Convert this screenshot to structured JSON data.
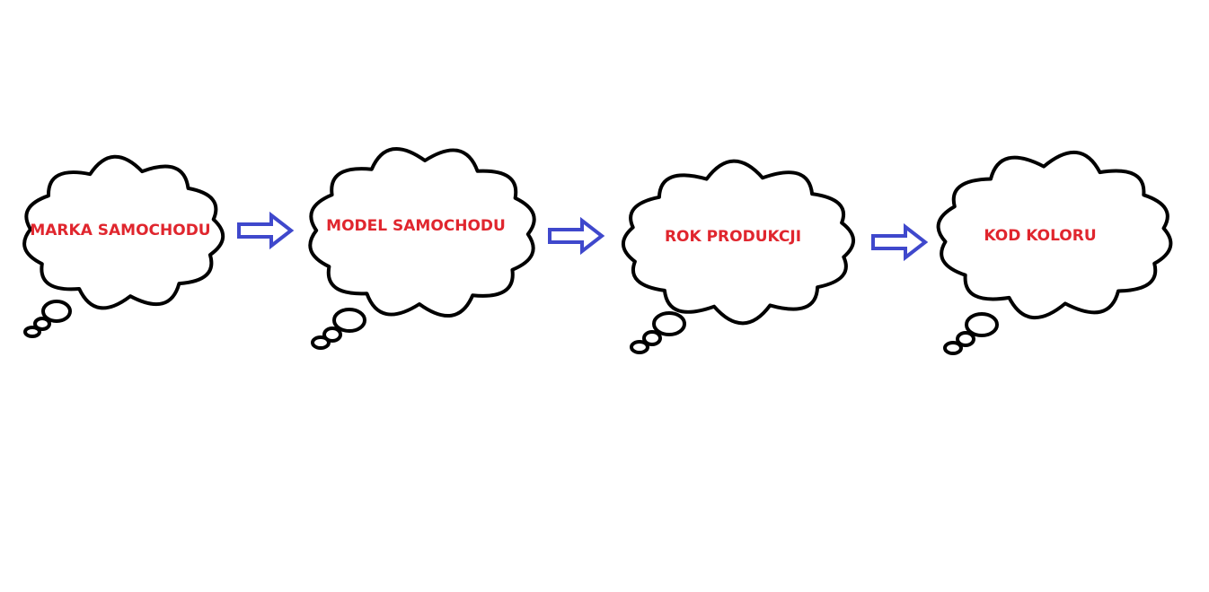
{
  "colors": {
    "background": "#ffffff",
    "cloud_stroke": "#000000",
    "label_text": "#e0262e",
    "arrow_stroke": "#3f48cc"
  },
  "steps": [
    {
      "label": "MARKA SAMOCHODU",
      "icon": "thought-cloud-icon"
    },
    {
      "label": "MODEL SAMOCHODU",
      "icon": "thought-cloud-icon"
    },
    {
      "label": "ROK PRODUKCJI",
      "icon": "thought-cloud-icon"
    },
    {
      "label": "KOD KOLORU",
      "icon": "thought-cloud-icon"
    }
  ],
  "connectors": [
    {
      "from": 0,
      "to": 1,
      "icon": "block-arrow-right-icon"
    },
    {
      "from": 1,
      "to": 2,
      "icon": "block-arrow-right-icon"
    },
    {
      "from": 2,
      "to": 3,
      "icon": "block-arrow-right-icon"
    }
  ]
}
